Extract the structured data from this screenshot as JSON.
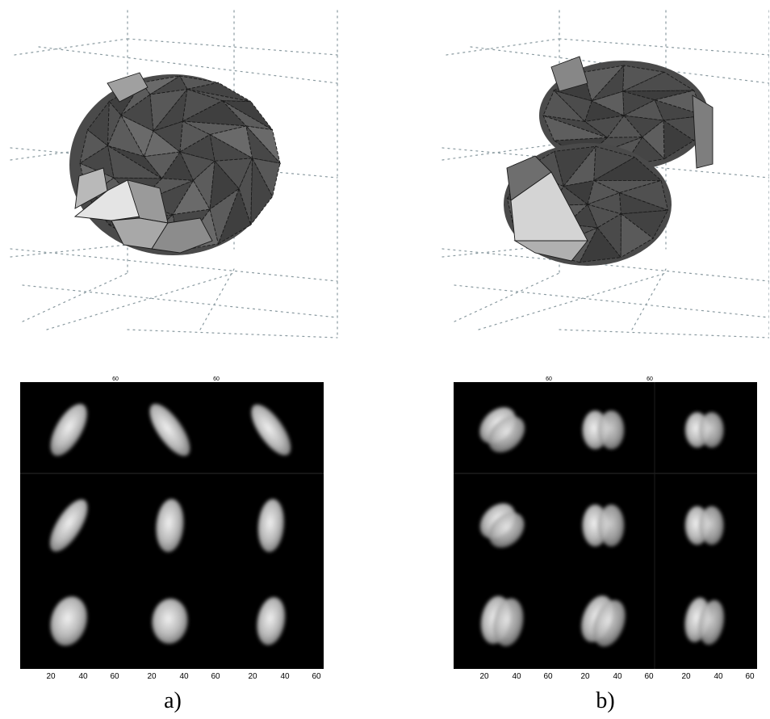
{
  "figure": {
    "panels": [
      {
        "id": "a",
        "caption": "a)",
        "model_3d": {
          "type": "triangulated polyhedral surface",
          "shape": "rounded ellipsoid"
        },
        "projections": {
          "rows": 3,
          "cols": 3,
          "x_tick_labels": [
            "20",
            "40",
            "60"
          ],
          "top_tick_labels": [
            "60",
            "60"
          ],
          "blob_shape": "single ellipse"
        }
      },
      {
        "id": "b",
        "caption": "b)",
        "model_3d": {
          "type": "triangulated polyhedral surface",
          "shape": "bilobed (contact binary)"
        },
        "projections": {
          "rows": 3,
          "cols": 3,
          "x_tick_labels": [
            "20",
            "40",
            "60"
          ],
          "top_tick_labels": [
            "60",
            "60"
          ],
          "blob_shape": "double lobe"
        }
      }
    ],
    "colors": {
      "background": "#ffffff",
      "image_background": "#000000",
      "surface_dark": "#4a4a4a",
      "surface_light": "#c8c8c8",
      "grid_dots": "#8a9aa0"
    }
  }
}
